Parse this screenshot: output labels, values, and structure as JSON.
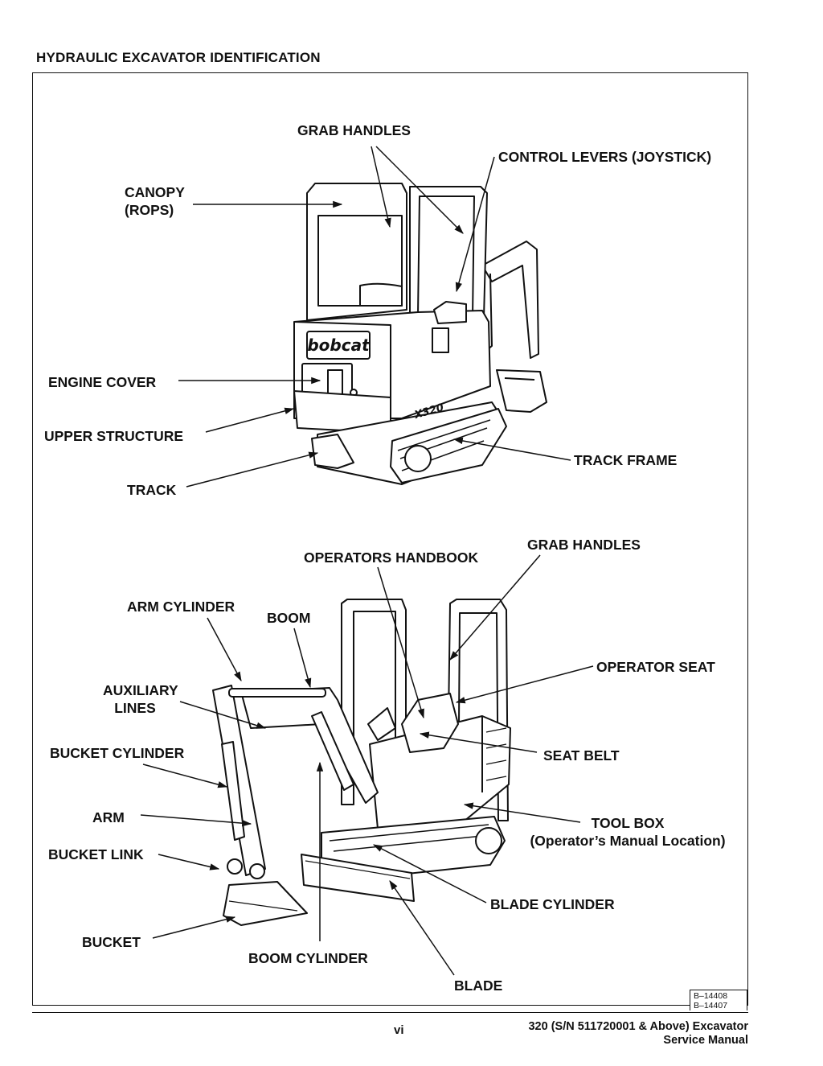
{
  "header": {
    "title": "HYDRAULIC EXCAVATOR IDENTIFICATION"
  },
  "rear_view": {
    "labels": {
      "grab_handles": "GRAB HANDLES",
      "control_levers": "CONTROL LEVERS (JOYSTICK)",
      "canopy_line1": "CANOPY",
      "canopy_line2": "(ROPS)",
      "engine_cover": "ENGINE COVER",
      "upper_structure": "UPPER STRUCTURE",
      "track_frame": "TRACK FRAME",
      "track": "TRACK"
    },
    "decals": {
      "brand": "bobcat",
      "model": "X320"
    }
  },
  "front_view": {
    "labels": {
      "grab_handles": "GRAB HANDLES",
      "operators_handbook": "OPERATORS HANDBOOK",
      "arm_cylinder": "ARM CYLINDER",
      "boom": "BOOM",
      "operator_seat": "OPERATOR SEAT",
      "auxiliary_lines_line1": "AUXILIARY",
      "auxiliary_lines_line2": "LINES",
      "bucket_cylinder": "BUCKET CYLINDER",
      "seat_belt": "SEAT BELT",
      "arm": "ARM",
      "tool_box_line1": "TOOL BOX",
      "tool_box_line2": "(Operator’s Manual Location)",
      "bucket_link": "BUCKET LINK",
      "blade_cylinder": "BLADE CYLINDER",
      "bucket": "BUCKET",
      "boom_cylinder": "BOOM CYLINDER",
      "blade": "BLADE"
    }
  },
  "figure_ids": [
    "B–14408",
    "B–14407"
  ],
  "footer": {
    "page_number": "vi",
    "title_line1": "320 (S/N 511720001 & Above) Excavator",
    "title_line2": "Service Manual"
  }
}
